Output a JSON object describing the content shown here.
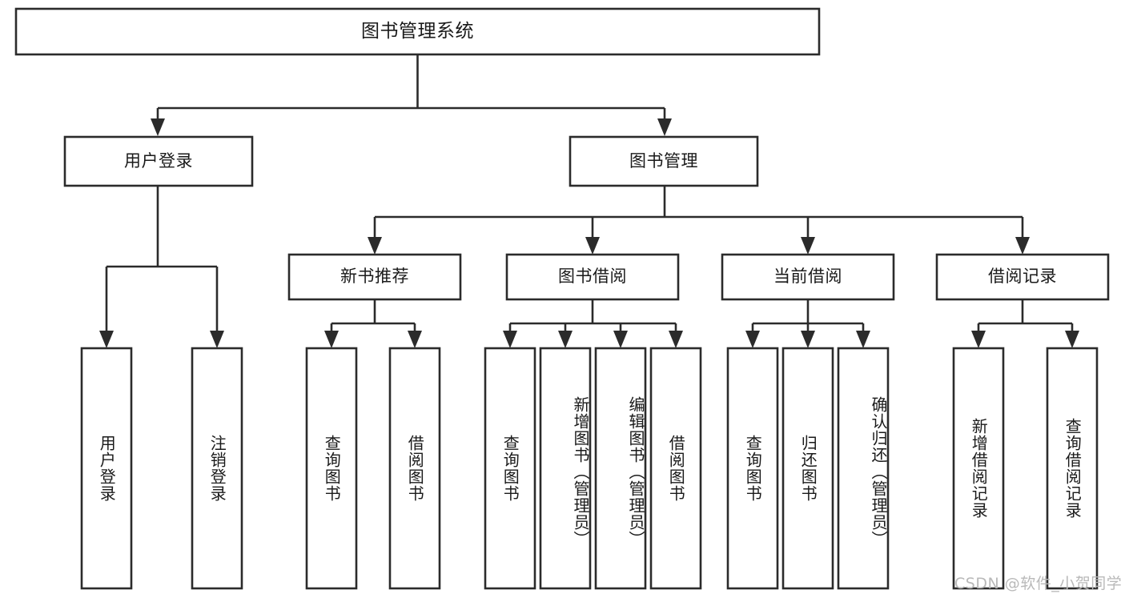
{
  "diagram": {
    "title": "图书管理系统",
    "type": "hierarchy-tree",
    "orientation": "top-down",
    "colors": {
      "stroke": "#2b2b2b",
      "fill": "#ffffff",
      "text": "#1a1a1a",
      "watermark": "#b9b9b9",
      "background": "#ffffff"
    },
    "root": {
      "id": "root",
      "label": "图书管理系统",
      "level": 0
    },
    "level1": [
      {
        "id": "user-login",
        "label": "用户登录",
        "level": 1
      },
      {
        "id": "book-manage",
        "label": "图书管理",
        "level": 1
      }
    ],
    "level2": [
      {
        "id": "new-book-recommend",
        "label": "新书推荐",
        "level": 2,
        "parent": "book-manage"
      },
      {
        "id": "book-borrow",
        "label": "图书借阅",
        "level": 2,
        "parent": "book-manage"
      },
      {
        "id": "current-borrow",
        "label": "当前借阅",
        "level": 2,
        "parent": "book-manage"
      },
      {
        "id": "borrow-record",
        "label": "借阅记录",
        "level": 2,
        "parent": "book-manage"
      }
    ],
    "leaves": [
      {
        "id": "leaf-user-login",
        "label": "用户登录",
        "parent": "user-login",
        "align": "center"
      },
      {
        "id": "leaf-logout-login",
        "label": "注销登录",
        "parent": "user-login",
        "align": "center"
      },
      {
        "id": "leaf-query-book-rec",
        "label": "查询图书",
        "parent": "new-book-recommend",
        "align": "center"
      },
      {
        "id": "leaf-borrow-book-rec",
        "label": "借阅图书",
        "parent": "new-book-recommend",
        "align": "center"
      },
      {
        "id": "leaf-query-book-borrow",
        "label": "查询图书",
        "parent": "book-borrow",
        "align": "center"
      },
      {
        "id": "leaf-add-book-admin",
        "label": "新增图书（管理员）",
        "parent": "book-borrow",
        "align": "top"
      },
      {
        "id": "leaf-edit-book-admin",
        "label": "编辑图书（管理员）",
        "parent": "book-borrow",
        "align": "top"
      },
      {
        "id": "leaf-borrow-book",
        "label": "借阅图书",
        "parent": "book-borrow",
        "align": "center"
      },
      {
        "id": "leaf-query-book-current",
        "label": "查询图书",
        "parent": "current-borrow",
        "align": "center"
      },
      {
        "id": "leaf-return-book",
        "label": "归还图书",
        "parent": "current-borrow",
        "align": "center"
      },
      {
        "id": "leaf-confirm-return-admin",
        "label": "确认归还（管理员）",
        "parent": "current-borrow",
        "align": "top"
      },
      {
        "id": "leaf-add-borrow-record",
        "label": "新增借阅记录",
        "parent": "borrow-record",
        "align": "center"
      },
      {
        "id": "leaf-query-borrow-record",
        "label": "查询借阅记录",
        "parent": "borrow-record",
        "align": "center"
      }
    ],
    "watermark": "CSDN @软件_小贺同学"
  }
}
